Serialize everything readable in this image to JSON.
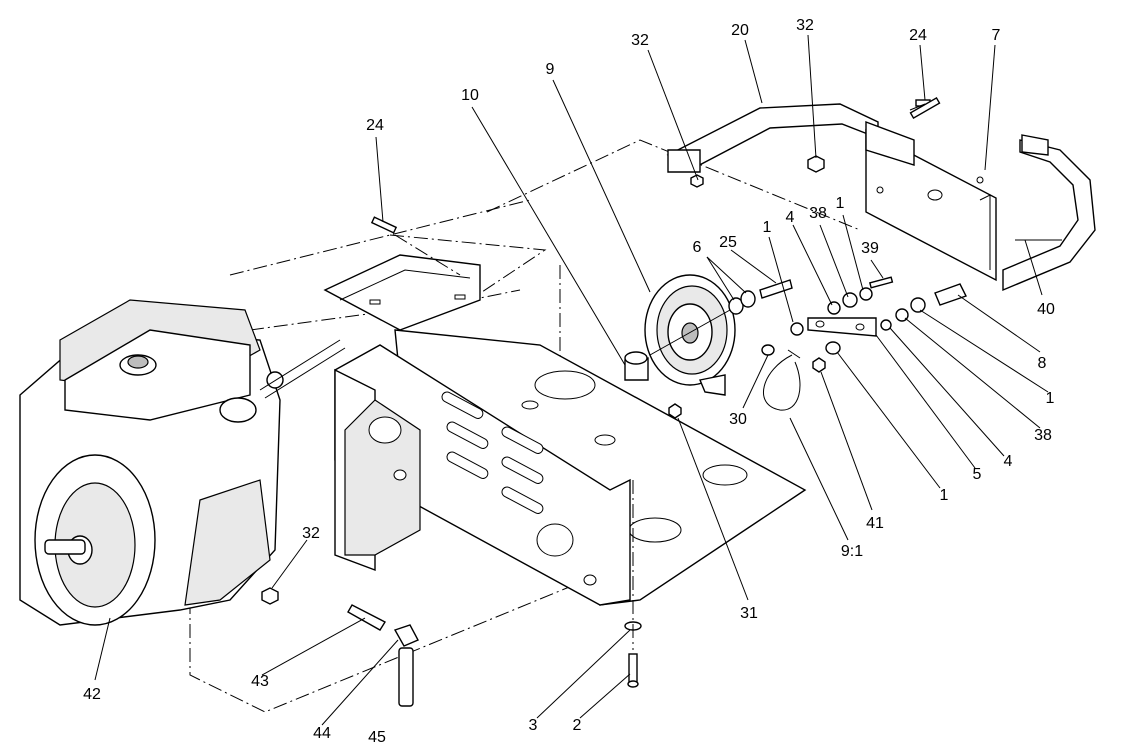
{
  "callouts": [
    {
      "id": "c-32a",
      "text": "32"
    },
    {
      "id": "c-20",
      "text": "20"
    },
    {
      "id": "c-32b",
      "text": "32"
    },
    {
      "id": "c-24a",
      "text": "24"
    },
    {
      "id": "c-7",
      "text": "7"
    },
    {
      "id": "c-9",
      "text": "9"
    },
    {
      "id": "c-10",
      "text": "10"
    },
    {
      "id": "c-24b",
      "text": "24"
    },
    {
      "id": "c-1a",
      "text": "1"
    },
    {
      "id": "c-6",
      "text": "6"
    },
    {
      "id": "c-25",
      "text": "25"
    },
    {
      "id": "c-1b",
      "text": "1"
    },
    {
      "id": "c-4a",
      "text": "4"
    },
    {
      "id": "c-38a",
      "text": "38"
    },
    {
      "id": "c-39",
      "text": "39"
    },
    {
      "id": "c-40",
      "text": "40"
    },
    {
      "id": "c-8",
      "text": "8"
    },
    {
      "id": "c-1c",
      "text": "1"
    },
    {
      "id": "c-38b",
      "text": "38"
    },
    {
      "id": "c-4b",
      "text": "4"
    },
    {
      "id": "c-5",
      "text": "5"
    },
    {
      "id": "c-1d",
      "text": "1"
    },
    {
      "id": "c-30",
      "text": "30"
    },
    {
      "id": "c-41",
      "text": "41"
    },
    {
      "id": "c-91",
      "text": "9:1"
    },
    {
      "id": "c-31",
      "text": "31"
    },
    {
      "id": "c-32c",
      "text": "32"
    },
    {
      "id": "c-42",
      "text": "42"
    },
    {
      "id": "c-43",
      "text": "43"
    },
    {
      "id": "c-44",
      "text": "44"
    },
    {
      "id": "c-45",
      "text": "45"
    },
    {
      "id": "c-3",
      "text": "3"
    },
    {
      "id": "c-2",
      "text": "2"
    }
  ]
}
